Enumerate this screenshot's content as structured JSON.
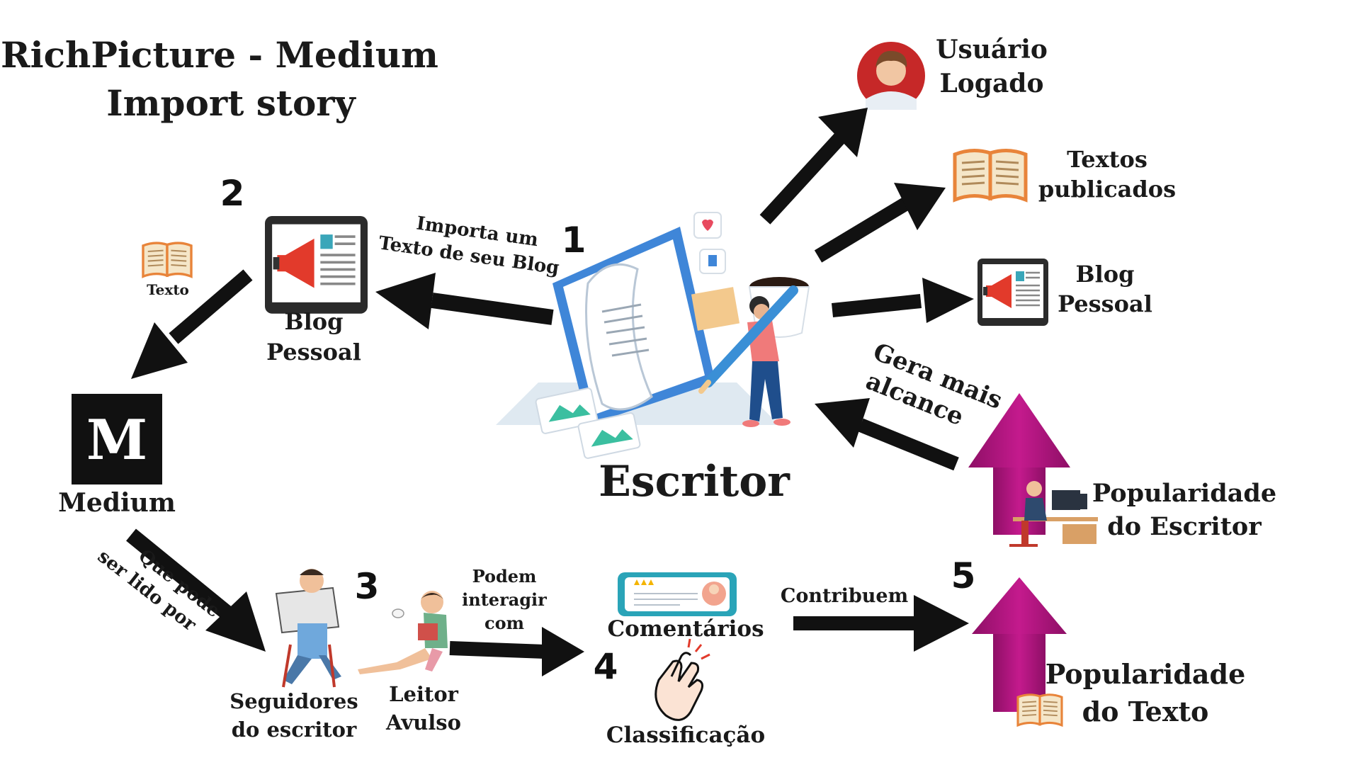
{
  "title": {
    "line1": "RichPicture - Medium",
    "line2": "Import story"
  },
  "steps": {
    "s1": "1",
    "s2": "2",
    "s3": "3",
    "s4": "4",
    "s5": "5"
  },
  "center": {
    "label": "Escritor"
  },
  "right": {
    "usuario": {
      "line1": "Usuário",
      "line2": "Logado"
    },
    "textos": {
      "line1": "Textos",
      "line2": "publicados"
    },
    "blog": {
      "line1": "Blog",
      "line2": "Pessoal"
    }
  },
  "arrows": {
    "importa": {
      "line1": "Importa um",
      "line2": "Texto de seu Blog"
    },
    "gera": {
      "line1": "Gera mais",
      "line2": "alcance"
    },
    "quepode": {
      "line1": "Que pode",
      "line2": "ser lido por"
    },
    "podem": {
      "line1": "Podem",
      "line2": "interagir",
      "line3": "com"
    },
    "contribuem": "Contribuem"
  },
  "left": {
    "texto": "Texto",
    "blog": {
      "line1": "Blog",
      "line2": "Pessoal"
    },
    "medium_logo": "M",
    "medium": "Medium"
  },
  "bottom": {
    "seguidores": {
      "line1": "Seguidores",
      "line2": "do escritor"
    },
    "leitor": {
      "line1": "Leitor",
      "line2": "Avulso"
    },
    "comentarios": "Comentários",
    "classificacao": "Classificação",
    "pop_texto": {
      "line1": "Popularidade",
      "line2": "do Texto"
    }
  },
  "pop_escritor": {
    "line1": "Popularidade",
    "line2": "do Escritor"
  },
  "colors": {
    "magenta": "#b0157e",
    "book": "#e8843a",
    "medium_bg": "#111111",
    "megaphone": "#e23a2b",
    "avatar": "#c62828"
  }
}
